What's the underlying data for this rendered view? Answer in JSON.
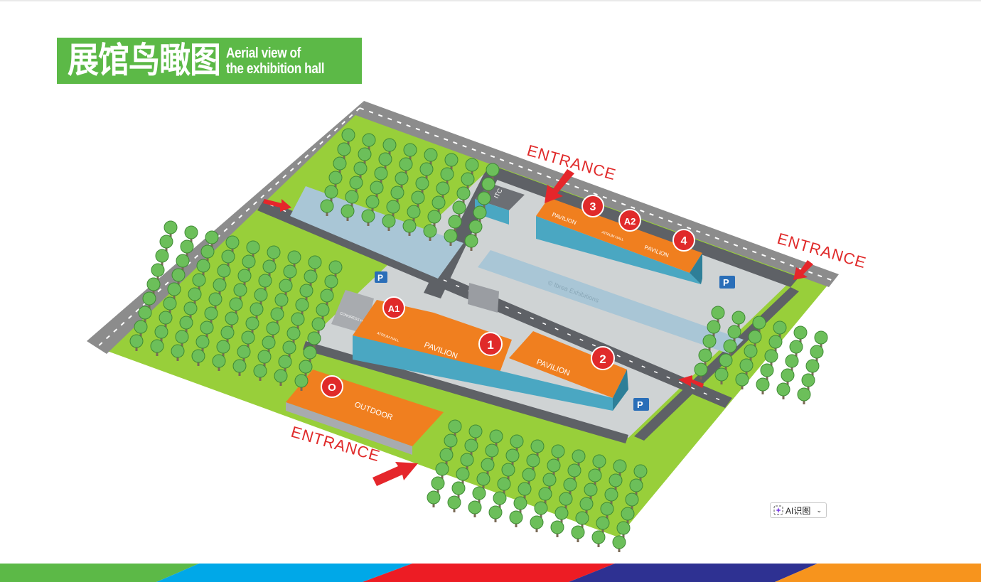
{
  "title": {
    "chinese": "展馆鸟瞰图",
    "english_line1": "Aerial view of",
    "english_line2": "the exhibition hall"
  },
  "map": {
    "entrances": [
      "ENTRANCE",
      "ENTRANCE",
      "ENTRANCE"
    ],
    "halls": [
      {
        "badge": "1",
        "label": "PAVILION"
      },
      {
        "badge": "2",
        "label": "PAVILION"
      },
      {
        "badge": "3",
        "label": "PAVILION"
      },
      {
        "badge": "4",
        "label": "PAVILION"
      },
      {
        "badge": "A1",
        "label": "ATRIUM HALL"
      },
      {
        "badge": "A2",
        "label": "ATRIUM HALL"
      },
      {
        "badge": "O",
        "label": "OUTDOOR"
      }
    ],
    "buildings": {
      "itc": "ITC",
      "congress": "CONGRESS HALL"
    },
    "parking": "P",
    "watermark": "© Ibrea Exhibitions"
  },
  "colors": {
    "brand_green": "#5cb947",
    "hall_orange": "#f07f1f",
    "badge_red": "#e02a2a",
    "arrow_red": "#e5262b",
    "grass": "#98cf3a",
    "road": "#8c8c8c",
    "water": "#a9c6d6",
    "glass": "#4aa7c2",
    "parking_blue": "#2a6eb8",
    "stripe": [
      "#5cb947",
      "#00a8e8",
      "#ed1c24",
      "#2e3192",
      "#f7941d"
    ]
  },
  "widget": {
    "label": "AI识图",
    "icon": "sparkle-icon"
  }
}
